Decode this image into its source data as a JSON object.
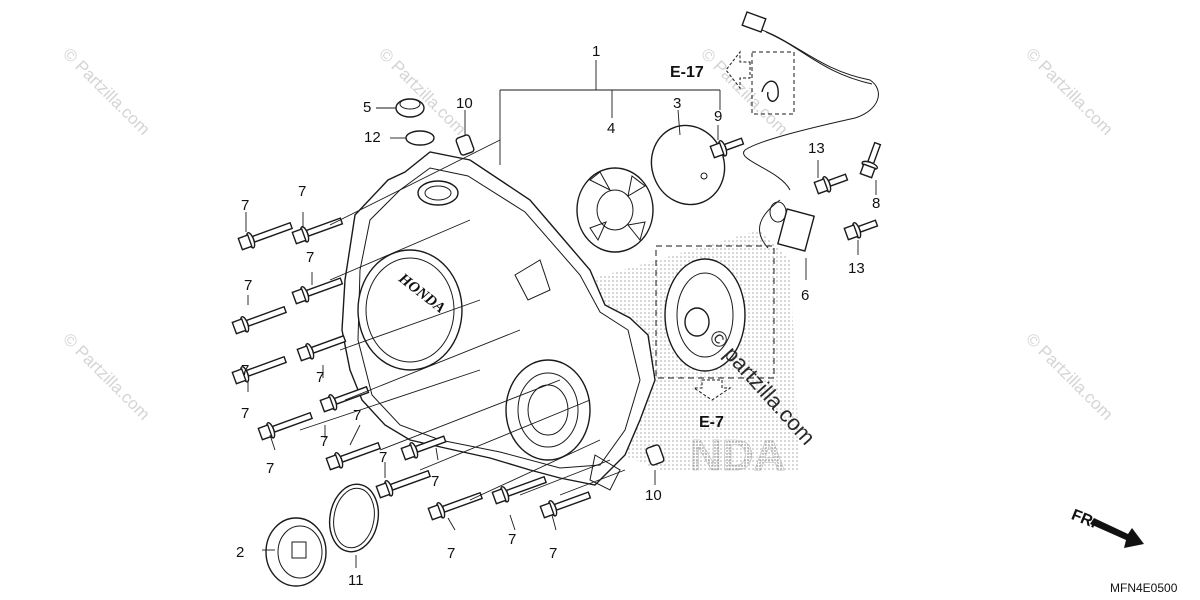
{
  "callouts": {
    "c1": "1",
    "c2": "2",
    "c3": "3",
    "c4": "4",
    "c5": "5",
    "c6": "6",
    "c8": "8",
    "c9": "9",
    "c10a": "10",
    "c10b": "10",
    "c11": "11",
    "c12": "12",
    "c13a": "13",
    "c13b": "13",
    "c7": "7"
  },
  "refs": {
    "e17": "E-17",
    "e7": "E-7"
  },
  "cover_logo": "HONDA",
  "background_logo": "NDA",
  "arrow_label": "FR.",
  "diagram_code": "MFN4E0500",
  "watermark": {
    "corner": "© Partzilla.com",
    "main": "© partzilla.com"
  }
}
